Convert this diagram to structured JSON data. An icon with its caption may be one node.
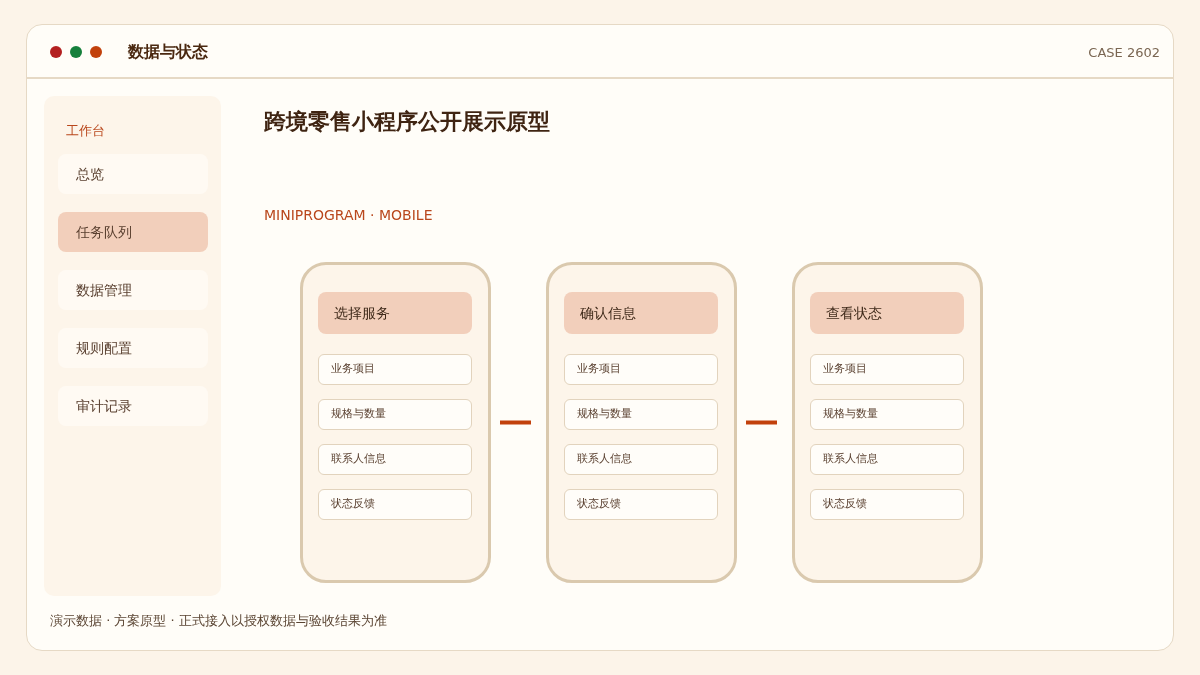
{
  "diagram": {
    "title": "跨境零售小程序公开展示原型",
    "nodes": [
      {
        "text": [
          "工作台"
        ]
      },
      {
        "text": [
          "总览"
        ],
        "in": 0
      },
      {
        "text": [
          "任务队列"
        ],
        "in": 0
      },
      {
        "text": [
          "数据管理"
        ],
        "in": 0
      },
      {
        "text": [
          "规则配置"
        ],
        "in": 0
      },
      {
        "text": [
          "审计记录"
        ],
        "in": 0
      },
      {
        "text": [],
        "shape": "box"
      },
      {
        "text": [
          "选择服务"
        ],
        "in": 6
      },
      {
        "text": [
          "业务项目"
        ],
        "in": 6
      },
      {
        "text": [
          "规格与数量"
        ],
        "in": 6
      },
      {
        "text": [
          "联系人信息"
        ],
        "in": 6
      },
      {
        "text": [
          "状态反馈"
        ],
        "in": 6
      },
      {
        "text": [],
        "shape": "box"
      },
      {
        "text": [
          "确认信息"
        ],
        "in": 12
      },
      {
        "text": [
          "业务项目"
        ],
        "in": 12
      },
      {
        "text": [
          "规格与数量"
        ],
        "in": 12
      },
      {
        "text": [
          "联系人信息"
        ],
        "in": 12
      },
      {
        "text": [
          "状态反馈"
        ],
        "in": 12
      },
      {
        "text": [],
        "shape": "box"
      },
      {
        "text": [
          "查看状态"
        ],
        "in": 18
      },
      {
        "text": [
          "业务项目"
        ],
        "in": 18
      },
      {
        "text": [
          "规格与数量"
        ],
        "in": 18
      },
      {
        "text": [
          "联系人信息"
        ],
        "in": 18
      },
      {
        "text": [
          "状态反馈"
        ],
        "in": 18
      }
    ],
    "edges": [
      {
        "from": 6,
        "to": 12,
        "arrow": "none"
      },
      {
        "from": 12,
        "to": 18,
        "arrow": "none"
      }
    ],
    "labels": [
      "数据与状态",
      "CASE 2602",
      "MINIPROGRAM · MOBILE",
      "演示数据 · 方案原型 · 正式接入以授权数据与验收结果为准"
    ]
  }
}
